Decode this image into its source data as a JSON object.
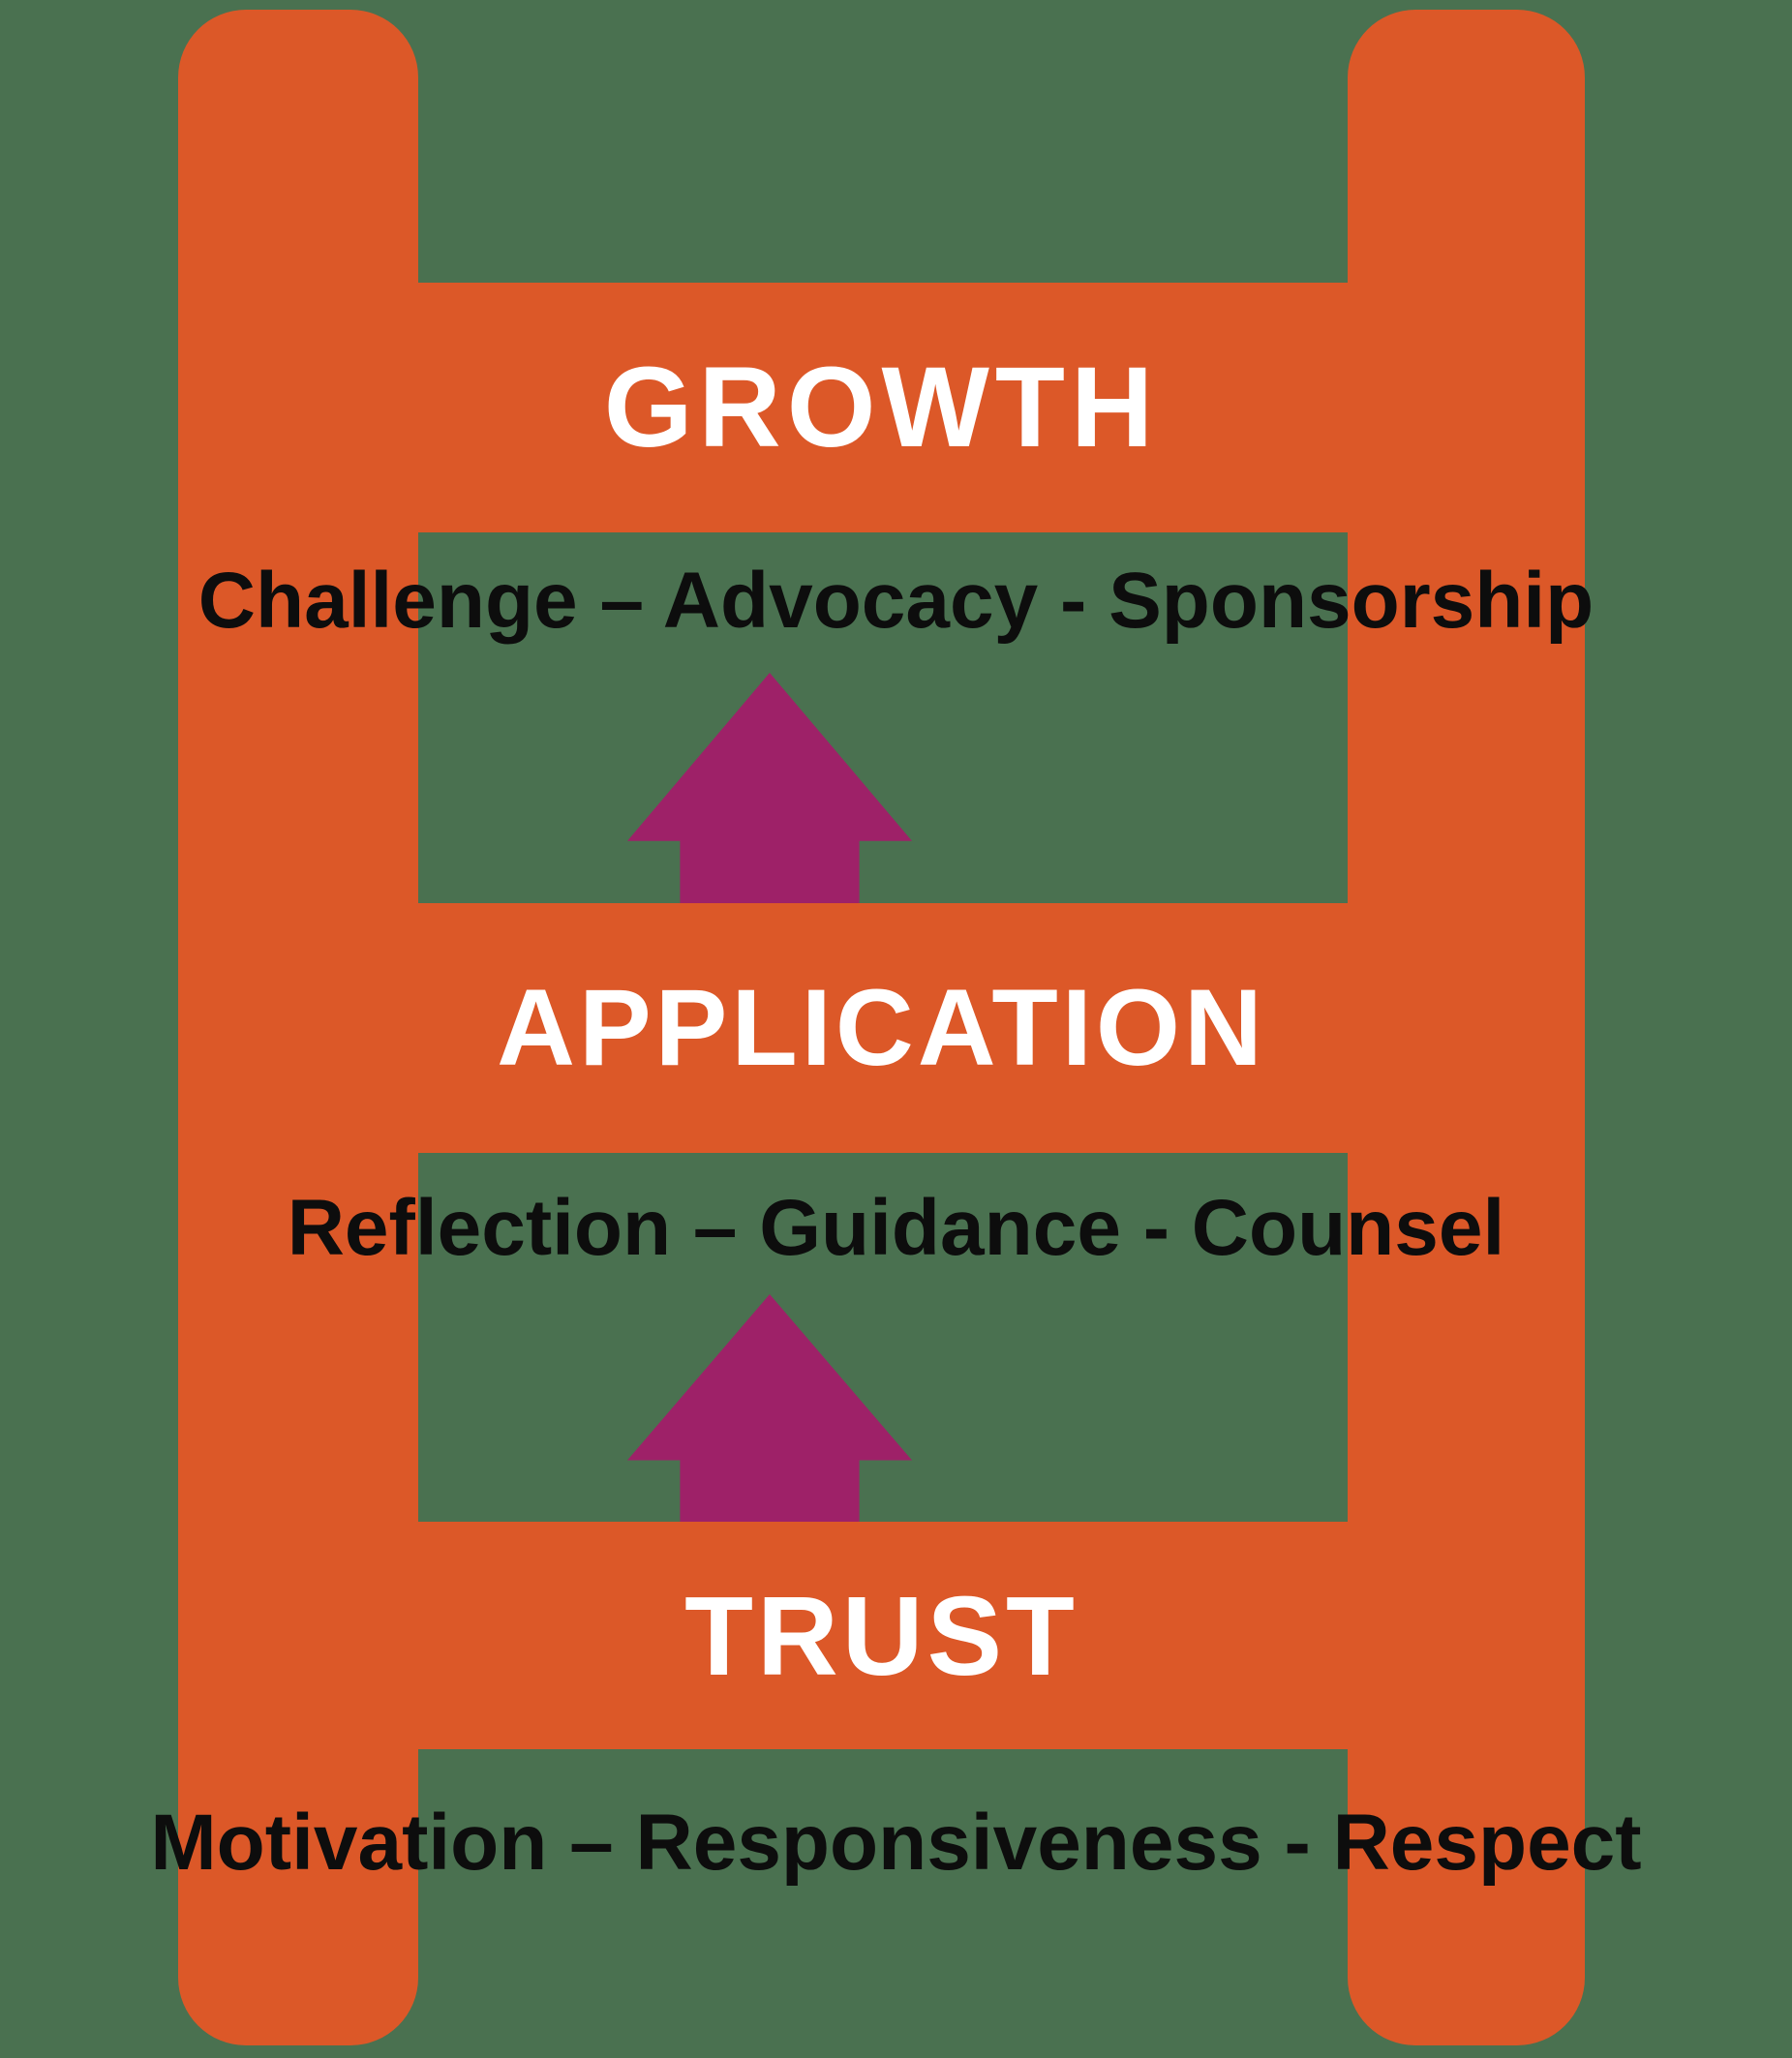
{
  "colors": {
    "background": "#4A7150",
    "ladder": "#DC5828",
    "arrow": "#9E2168",
    "subtitle_text": "#0D0D0D",
    "title_text": "#FFFFFF"
  },
  "diagram": {
    "type": "ladder",
    "levels": [
      {
        "title": "GROWTH",
        "subtitle": "Challenge – Advocacy - Sponsorship"
      },
      {
        "title": "APPLICATION",
        "subtitle": "Reflection – Guidance - Counsel"
      },
      {
        "title": "TRUST",
        "subtitle": "Motivation – Responsiveness - Respect"
      }
    ],
    "connectors": [
      {
        "icon": "up-arrow-icon",
        "from": "APPLICATION",
        "to": "GROWTH"
      },
      {
        "icon": "up-arrow-icon",
        "from": "TRUST",
        "to": "APPLICATION"
      }
    ]
  }
}
